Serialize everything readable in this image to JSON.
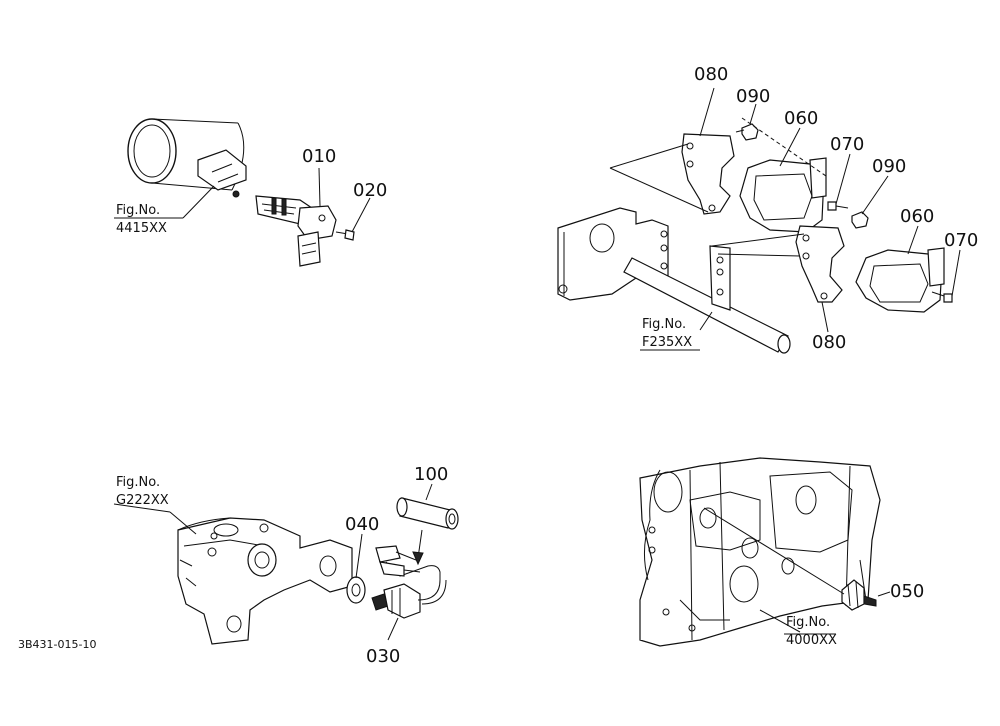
{
  "part_labels": {
    "p010": "010",
    "p020": "020",
    "p030": "030",
    "p040": "040",
    "p050": "050",
    "p060a": "060",
    "p060b": "060",
    "p070a": "070",
    "p070b": "070",
    "p080a": "080",
    "p080b": "080",
    "p090a": "090",
    "p090b": "090",
    "p100": "100"
  },
  "figure_refs": {
    "f4415": {
      "line1": "Fig.No.",
      "line2": "4415XX"
    },
    "fF235": {
      "line1": "Fig.No.",
      "line2": "F235XX"
    },
    "fG222": {
      "line1": "Fig.No.",
      "line2": "G222XX"
    },
    "f4000": {
      "line1": "Fig.No.",
      "line2": "4000XX"
    }
  },
  "diagram_code": "3B431-015-10"
}
